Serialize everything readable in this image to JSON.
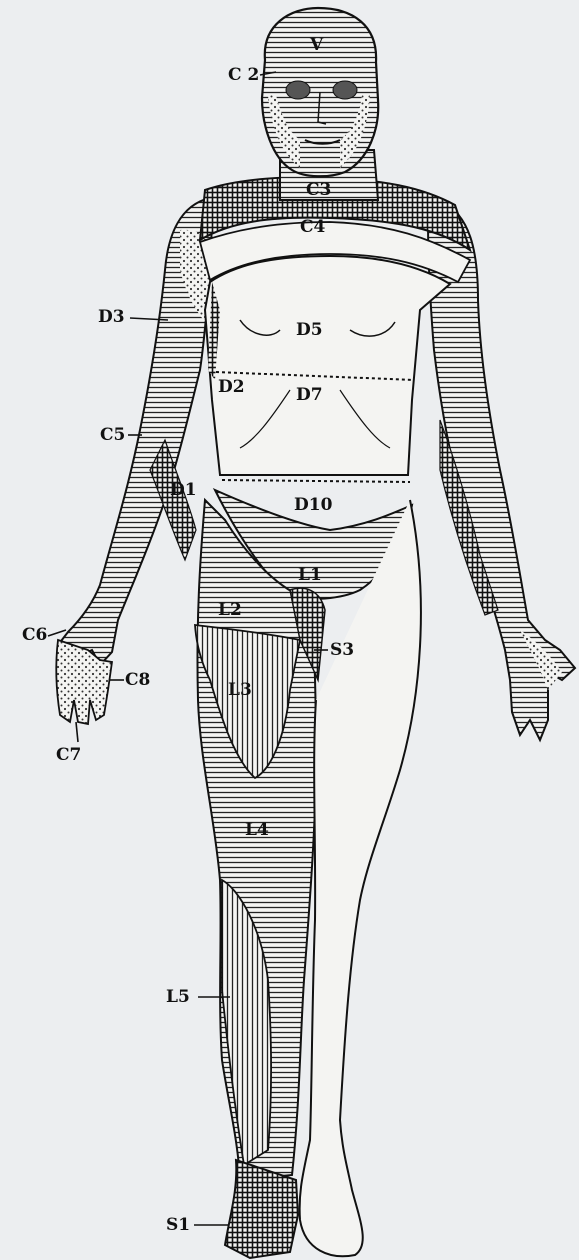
{
  "figure": {
    "kind": "dermatome map, anterior view of human body",
    "labels": {
      "V": "V",
      "C2": "C 2",
      "C3": "C3",
      "C4": "C4",
      "D3": "D3",
      "D5": "D5",
      "D2": "D2",
      "D7": "D7",
      "C5": "C5",
      "D1": "D1",
      "D10": "D10",
      "L1": "L1",
      "L2": "L2",
      "S3": "S3",
      "C6": "C6",
      "C8": "C8",
      "L3": "L3",
      "C7": "C7",
      "L4": "L4",
      "L5": "L5",
      "S1": "S1"
    },
    "colors": {
      "background": "#eceef0",
      "ink": "#111111",
      "skin": "#f4f4f2"
    }
  }
}
